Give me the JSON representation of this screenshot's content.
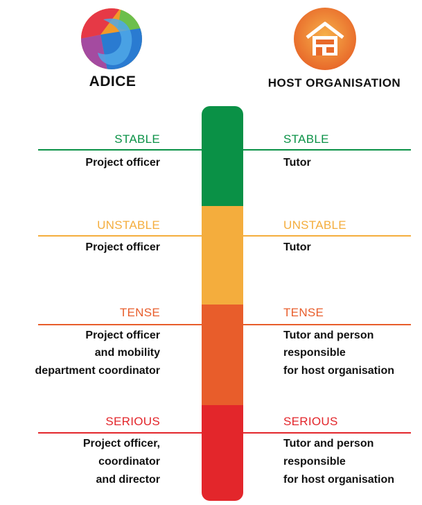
{
  "left_org": {
    "name": "ADICE"
  },
  "right_org": {
    "name": "HOST ORGANISATION"
  },
  "levels": [
    {
      "label": "STABLE",
      "color": "#0a9146",
      "left_roles": [
        "Project officer"
      ],
      "right_roles": [
        "Tutor"
      ]
    },
    {
      "label": "UNSTABLE",
      "color": "#f4ad3d",
      "left_roles": [
        "Project officer"
      ],
      "right_roles": [
        "Tutor"
      ]
    },
    {
      "label": "TENSE",
      "color": "#e85d2b",
      "left_roles": [
        "Project officer",
        "and mobility",
        "department coordinator"
      ],
      "right_roles": [
        "Tutor and person",
        "responsible",
        "for host organisation"
      ]
    },
    {
      "label": "SERIOUS",
      "color": "#e3262b",
      "left_roles": [
        "Project officer,",
        "coordinator",
        "and director"
      ],
      "right_roles": [
        "Tutor and person",
        "responsible",
        "for host organisation"
      ]
    }
  ]
}
